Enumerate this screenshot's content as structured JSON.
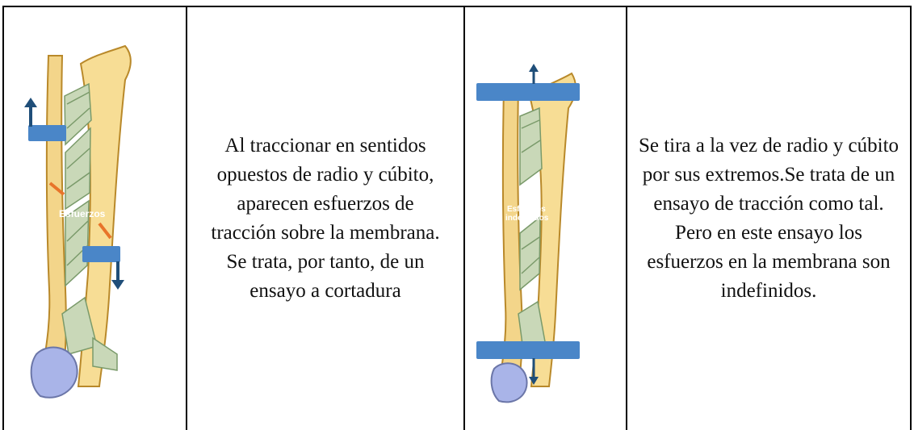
{
  "rows": [
    {
      "cells": [
        {
          "image_label": "Esfuerzos",
          "icons": [
            "arrow-up-icon",
            "arrow-down-icon"
          ]
        },
        {
          "text": "Al traccionar en sentidos opuestos de radio y cúbito, aparecen esfuerzos de tracción sobre la membrana. Se trata, por tanto, de un ensayo a cortadura"
        },
        {
          "image_label_line1": "Esfuerzos",
          "image_label_line2": "indefinidos",
          "icons": [
            "arrow-up-icon",
            "arrow-down-icon"
          ]
        },
        {
          "text": "Se tira a la vez de radio y cúbito por sus extremos.Se trata de un ensayo de tracción como tal. Pero en este ensayo los esfuerzos en la membrana son indefinidos."
        }
      ]
    }
  ],
  "colors": {
    "bone": "#f3d58a",
    "bone_outline": "#b9892a",
    "membrane": "#c9d8b8",
    "grip": "#4a86c8",
    "arrow": "#1f4e79",
    "stress_arrow": "#e8742a",
    "cartilage": "#a9b4e8"
  }
}
